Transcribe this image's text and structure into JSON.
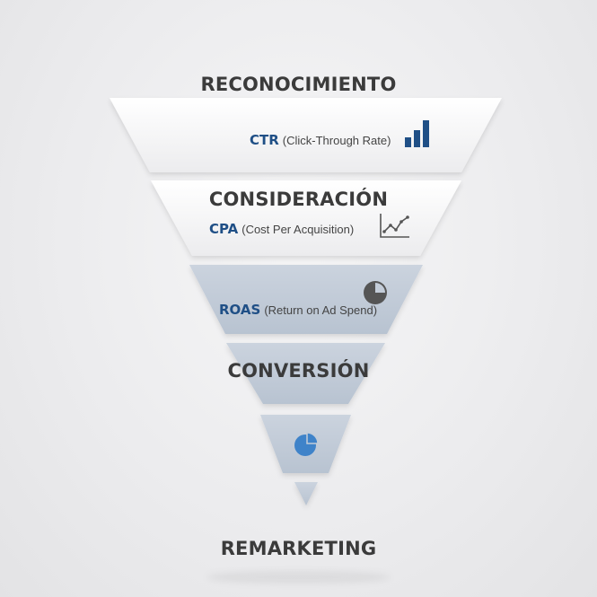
{
  "stages": {
    "reconocimiento": "RECONOCIMIENTO",
    "consideracion": "CONSIDERACIÓN",
    "conversion": "CONVERSIÓN",
    "remarketing": "REMARKETING"
  },
  "metrics": {
    "ctr": {
      "abbr": "CTR",
      "desc": "(Click-Through Rate)",
      "icon": "bar-chart-icon"
    },
    "cpa": {
      "abbr": "CPA",
      "desc": "(Cost Per Acquisition)",
      "icon": "line-chart-icon"
    },
    "roas": {
      "abbr": "ROAS",
      "desc": "(Return on Ad Spend)",
      "icon": "pie-chart-icon"
    },
    "conversion_icon": "pie-chart-icon"
  },
  "colors": {
    "light_segment": "#f4f4f5",
    "blue_segment": "#c3ccd8",
    "accent_blue": "#1f4f86",
    "icon_blue": "#3f83c9",
    "label_text": "#3b3b3b"
  }
}
